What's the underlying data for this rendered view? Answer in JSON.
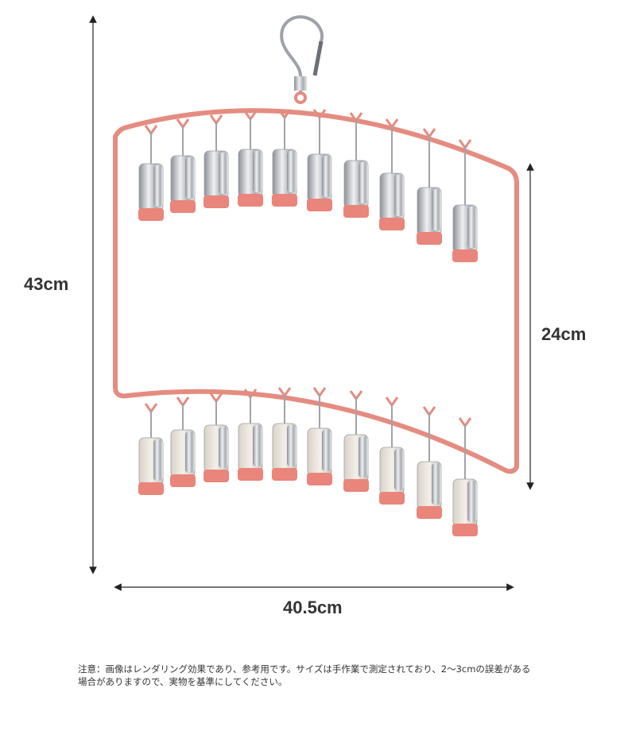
{
  "dimensions": {
    "height_total": "43cm",
    "height_side": "24cm",
    "width": "40.5cm"
  },
  "product": {
    "clip_count_per_row": 10,
    "rows": 2,
    "frame_color": "#e58c80",
    "clip_tip_color": "#e9857a"
  },
  "note": {
    "line1": "注意：画像はレンダリング効果であり、参考用です。サイズは手作業で測定されており、2〜3cmの誤差がある",
    "line2": "場合がありますので、実物を基準にしてください。"
  }
}
